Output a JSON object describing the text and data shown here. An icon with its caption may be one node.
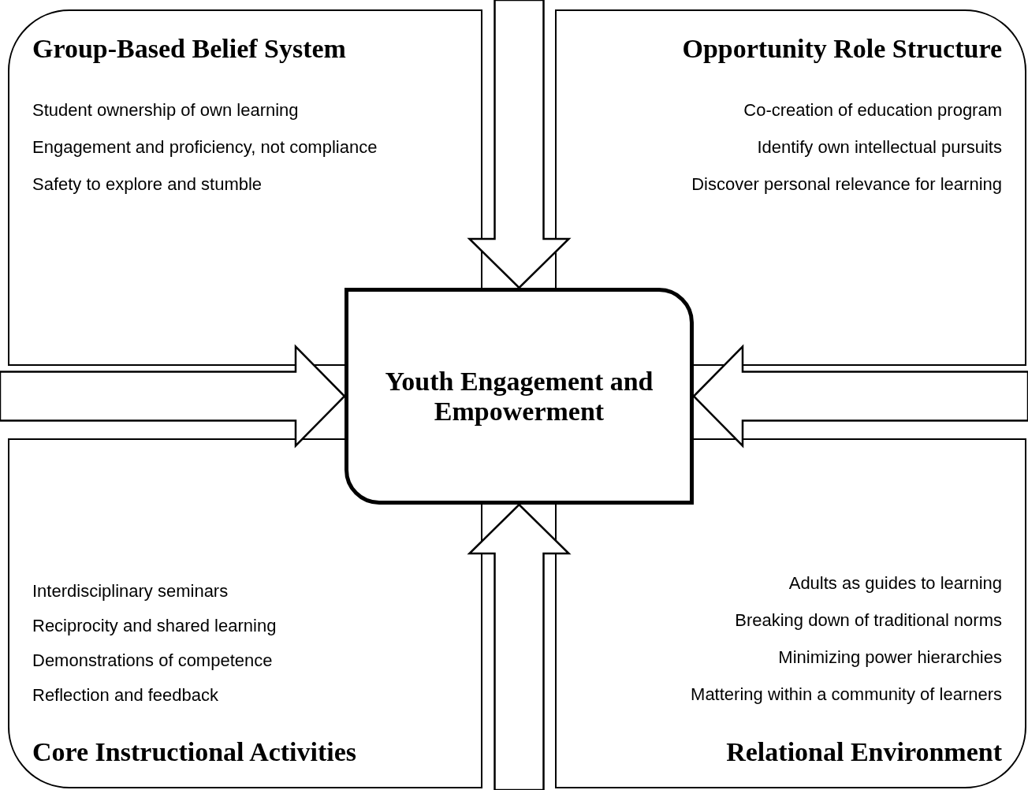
{
  "diagram": {
    "nodes": [
      {
        "text": [
          "Group-Based Belief System",
          "Student ownership of own learning",
          "Engagement and proficiency, not compliance",
          "Safety to explore and stumble"
        ]
      },
      {
        "text": [
          "Opportunity Role Structure",
          "Co-creation of education program",
          "Identify own intellectual pursuits",
          "Discover personal relevance for learning"
        ]
      },
      {
        "text": [
          "Youth Engagement and Empowerment"
        ]
      },
      {
        "text": [
          "Interdisciplinary seminars",
          "Reciprocity and shared learning",
          "Demonstrations of competence",
          "Reflection and feedback",
          "Core Instructional Activities"
        ]
      },
      {
        "text": [
          "Adults as guides to learning",
          "Breaking down of traditional norms",
          "Minimizing power hierarchies",
          "Mattering within a community of learners",
          "Relational Environment"
        ]
      }
    ],
    "edges": [
      {
        "from": null,
        "to": 2,
        "arrow": "to"
      },
      {
        "from": null,
        "to": 2,
        "arrow": "to"
      },
      {
        "from": null,
        "to": 2,
        "arrow": "to"
      },
      {
        "from": null,
        "to": 2,
        "arrow": "to"
      }
    ]
  }
}
